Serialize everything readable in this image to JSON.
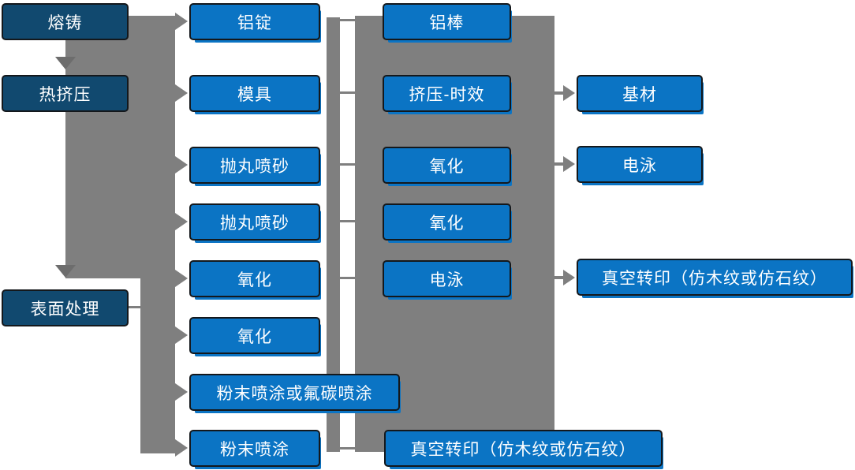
{
  "colors": {
    "navy": "#11496f",
    "blue": "#0b74c4",
    "gray": "#7f7f7f",
    "gray_dark": "#6d6d6d"
  },
  "nodes": {
    "melting": {
      "label": "熔铸"
    },
    "hot_extrusion": {
      "label": "热挤压"
    },
    "surface_treatment": {
      "label": "表面处理"
    },
    "aluminum_ingot": {
      "label": "铝锭"
    },
    "mold": {
      "label": "模具"
    },
    "shot_blast_1": {
      "label": "抛丸喷砂"
    },
    "shot_blast_2": {
      "label": "抛丸喷砂"
    },
    "oxidation_a": {
      "label": "氧化"
    },
    "oxidation_b": {
      "label": "氧化"
    },
    "powder_or_fluorocarbon": {
      "label": "粉末喷涂或氟碳喷涂"
    },
    "powder_coating": {
      "label": "粉末喷涂"
    },
    "aluminum_rod": {
      "label": "铝棒"
    },
    "extrusion_aging": {
      "label": "挤压-时效"
    },
    "oxidation_c": {
      "label": "氧化"
    },
    "oxidation_d": {
      "label": "氧化"
    },
    "electrophoresis_a": {
      "label": "电泳"
    },
    "vacuum_transfer_bottom": {
      "label": "真空转印（仿木纹或仿石纹）"
    },
    "base_material": {
      "label": "基材"
    },
    "electrophoresis_b": {
      "label": "电泳"
    },
    "vacuum_transfer_right": {
      "label": "真空转印（仿木纹或仿石纹）"
    }
  },
  "edges": [
    {
      "from": "melting",
      "to": "hot_extrusion",
      "arrow": "down"
    },
    {
      "from": "hot_extrusion",
      "to": "surface_treatment",
      "arrow": "down"
    },
    {
      "from": "melting",
      "to": "aluminum_ingot",
      "arrow": "right"
    },
    {
      "from": "hot_extrusion",
      "to": "mold",
      "arrow": "right"
    },
    {
      "from": "hot_extrusion",
      "to": "shot_blast_1",
      "arrow": "right"
    },
    {
      "from": "hot_extrusion",
      "to": "shot_blast_2",
      "arrow": "right"
    },
    {
      "from": "surface_treatment",
      "to": "oxidation_a",
      "arrow": "right"
    },
    {
      "from": "surface_treatment",
      "to": "oxidation_b",
      "arrow": "right"
    },
    {
      "from": "surface_treatment",
      "to": "powder_or_fluorocarbon",
      "arrow": "right"
    },
    {
      "from": "surface_treatment",
      "to": "powder_coating",
      "arrow": "right"
    },
    {
      "from": "aluminum_ingot",
      "to": "aluminum_rod",
      "arrow": "line"
    },
    {
      "from": "mold",
      "to": "extrusion_aging",
      "arrow": "line"
    },
    {
      "from": "shot_blast_1",
      "to": "oxidation_c",
      "arrow": "line"
    },
    {
      "from": "shot_blast_2",
      "to": "oxidation_d",
      "arrow": "line"
    },
    {
      "from": "oxidation_a",
      "to": "electrophoresis_a",
      "arrow": "line"
    },
    {
      "from": "powder_coating",
      "to": "vacuum_transfer_bottom",
      "arrow": "line"
    },
    {
      "from": "extrusion_aging",
      "to": "base_material",
      "arrow": "right"
    },
    {
      "from": "oxidation_c",
      "to": "electrophoresis_b",
      "arrow": "right"
    },
    {
      "from": "electrophoresis_a",
      "to": "vacuum_transfer_right",
      "arrow": "right"
    }
  ]
}
